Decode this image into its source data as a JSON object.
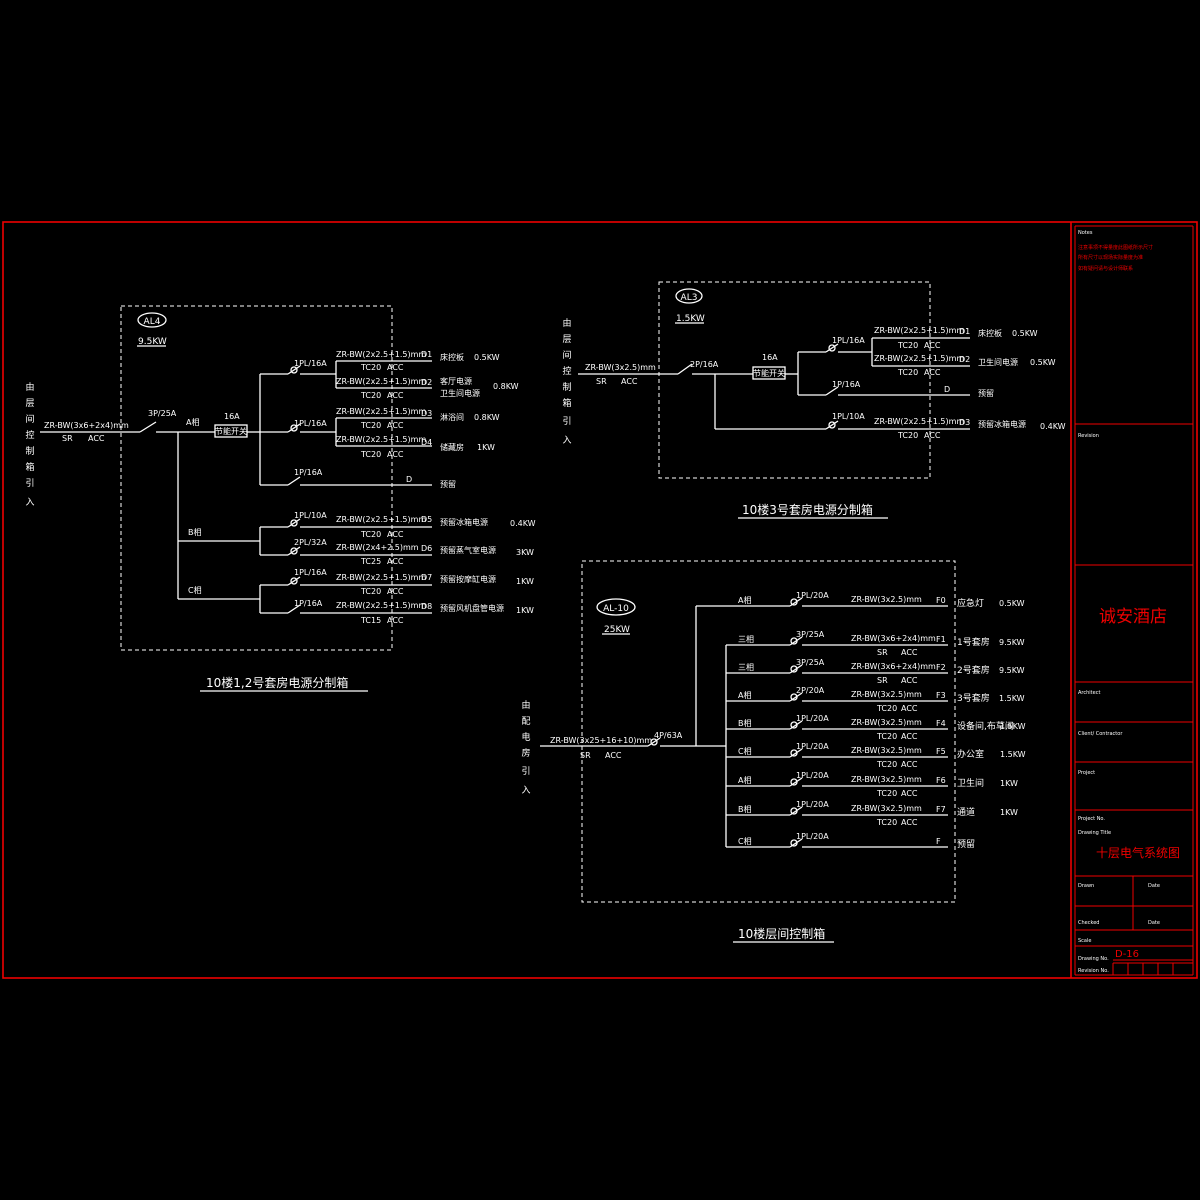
{
  "title_block": {
    "notes": [
      "Notes",
      "注意事项不得量度此图纸所示尺寸",
      "所有尺寸以现场实际量度为准",
      "如有疑问请与设计师联系"
    ],
    "revision": "Revision",
    "project_name": "诚安酒店",
    "architect": "Architect",
    "contractor": "Client/ Contractor",
    "project": "Project",
    "project_no": "Project No.",
    "drawing_title_label": "Drawing Title",
    "drawing_title": "十层电气系统图",
    "drawn": "Drawn",
    "date": "Date",
    "checked": "Checked",
    "scale": "Scale",
    "drawing_no_label": "Drawing No.",
    "drawing_no": "D-16",
    "revision_no": "Revision No."
  },
  "al4": {
    "id": "AL4",
    "power": "9.5KW",
    "incoming": [
      "由",
      "层",
      "间",
      "控",
      "制",
      "箱",
      "引",
      "入"
    ],
    "cable": "ZR-BW(3x6+2x4)mm",
    "sr": "SR",
    "acc": "ACC",
    "main_breaker": "3P/25A",
    "switch_rating": "16A",
    "switch": "节能开关",
    "phases": [
      "A相",
      "B相",
      "C相"
    ],
    "circuits": [
      {
        "breaker": "1PL/16A",
        "cable": "ZR-BW(2x2.5+1.5)mm",
        "tc": "TC20",
        "acc": "ACC",
        "code": "D1",
        "load": "床控板",
        "power": "0.5KW"
      },
      {
        "breaker": "",
        "cable": "ZR-BW(2x2.5+1.5)mm",
        "tc": "TC20",
        "acc": "ACC",
        "code": "D2",
        "load": "客厅电源",
        "load2": "卫生间电源",
        "power": "0.8KW"
      },
      {
        "breaker": "1PL/16A",
        "cable": "ZR-BW(2x2.5+1.5)mm",
        "tc": "TC20",
        "acc": "ACC",
        "code": "D3",
        "load": "淋浴间",
        "power": "0.8KW"
      },
      {
        "breaker": "",
        "cable": "ZR-BW(2x2.5+1.5)mm",
        "tc": "TC20",
        "acc": "ACC",
        "code": "D4",
        "load": "储藏房",
        "power": "1KW"
      },
      {
        "breaker": "1P/16A",
        "cable": "",
        "tc": "",
        "acc": "",
        "code": "D",
        "load": "预留",
        "power": ""
      },
      {
        "breaker": "1PL/10A",
        "cable": "ZR-BW(2x2.5+1.5)mm",
        "tc": "TC20",
        "acc": "ACC",
        "code": "D5",
        "load": "预留冰箱电源",
        "power": "0.4KW"
      },
      {
        "breaker": "2PL/32A",
        "cable": "ZR-BW(2x4+2.5)mm",
        "tc": "TC25",
        "acc": "ACC",
        "code": "D6",
        "load": "预留蒸气室电源",
        "power": "3KW"
      },
      {
        "breaker": "1PL/16A",
        "cable": "ZR-BW(2x2.5+1.5)mm",
        "tc": "TC20",
        "acc": "ACC",
        "code": "D7",
        "load": "预留按摩缸电源",
        "power": "1KW"
      },
      {
        "breaker": "1P/16A",
        "cable": "ZR-BW(2x2.5+1.5)mm",
        "tc": "TC15",
        "acc": "ACC",
        "code": "D8",
        "load": "预留风机盘管电源",
        "power": "1KW"
      }
    ],
    "caption": "10楼1,2号套房电源分制箱"
  },
  "al3": {
    "id": "AL3",
    "power": "1.5KW",
    "incoming": [
      "由",
      "层",
      "间",
      "控",
      "制",
      "箱",
      "引",
      "入"
    ],
    "cable": "ZR-BW(3x2.5)mm",
    "sr": "SR",
    "acc": "ACC",
    "main_breaker": "2P/16A",
    "switch_rating": "16A",
    "switch": "节能开关",
    "circuits": [
      {
        "breaker": "1PL/16A",
        "cable": "ZR-BW(2x2.5+1.5)mm",
        "tc": "TC20",
        "acc": "ACC",
        "code": "D1",
        "load": "床控板",
        "power": "0.5KW"
      },
      {
        "breaker": "",
        "cable": "ZR-BW(2x2.5+1.5)mm",
        "tc": "TC20",
        "acc": "ACC",
        "code": "D2",
        "load": "卫生间电源",
        "power": "0.5KW"
      },
      {
        "breaker": "1P/16A",
        "cable": "",
        "tc": "",
        "acc": "",
        "code": "D",
        "load": "预留",
        "power": ""
      },
      {
        "breaker": "1PL/10A",
        "cable": "ZR-BW(2x2.5+1.5)mm",
        "tc": "TC20",
        "acc": "ACC",
        "code": "D3",
        "load": "预留冰箱电源",
        "power": "0.4KW"
      }
    ],
    "caption": "10楼3号套房电源分制箱"
  },
  "al10": {
    "id": "AL-10",
    "power": "25KW",
    "incoming": [
      "由",
      "配",
      "电",
      "房",
      "引",
      "入"
    ],
    "cable": "ZR-BW(3x25+16+10)mm",
    "sr": "SR",
    "acc": "ACC",
    "main_breaker": "4P/63A",
    "circuits": [
      {
        "phase": "A相",
        "breaker": "1PL/20A",
        "cable": "ZR-BW(3x2.5)mm",
        "tc": "",
        "acc": "",
        "code": "F0",
        "load": "应急灯",
        "power": "0.5KW"
      },
      {
        "phase": "三相",
        "breaker": "3P/25A",
        "cable": "ZR-BW(3x6+2x4)mm",
        "tc": "SR",
        "acc": "ACC",
        "code": "F1",
        "load": "1号套房",
        "power": "9.5KW"
      },
      {
        "phase": "三相",
        "breaker": "3P/25A",
        "cable": "ZR-BW(3x6+2x4)mm",
        "tc": "SR",
        "acc": "ACC",
        "code": "F2",
        "load": "2号套房",
        "power": "9.5KW"
      },
      {
        "phase": "A相",
        "breaker": "2P/20A",
        "cable": "ZR-BW(3x2.5)mm",
        "tc": "TC20",
        "acc": "ACC",
        "code": "F3",
        "load": "3号套房",
        "power": "1.5KW"
      },
      {
        "phase": "B相",
        "breaker": "1PL/20A",
        "cable": "ZR-BW(3x2.5)mm",
        "tc": "TC20",
        "acc": "ACC",
        "code": "F4",
        "load": "设备间,布草间",
        "power": "1.5KW"
      },
      {
        "phase": "C相",
        "breaker": "1PL/20A",
        "cable": "ZR-BW(3x2.5)mm",
        "tc": "TC20",
        "acc": "ACC",
        "code": "F5",
        "load": "办公室",
        "power": "1.5KW"
      },
      {
        "phase": "A相",
        "breaker": "1PL/20A",
        "cable": "ZR-BW(3x2.5)mm",
        "tc": "TC20",
        "acc": "ACC",
        "code": "F6",
        "load": "卫生间",
        "power": "1KW"
      },
      {
        "phase": "B相",
        "breaker": "1PL/20A",
        "cable": "ZR-BW(3x2.5)mm",
        "tc": "TC20",
        "acc": "ACC",
        "code": "F7",
        "load": "通道",
        "power": "1KW"
      },
      {
        "phase": "C相",
        "breaker": "1PL/20A",
        "cable": "",
        "tc": "",
        "acc": "",
        "code": "F",
        "load": "预留",
        "power": ""
      }
    ],
    "caption": "10楼层间控制箱"
  }
}
